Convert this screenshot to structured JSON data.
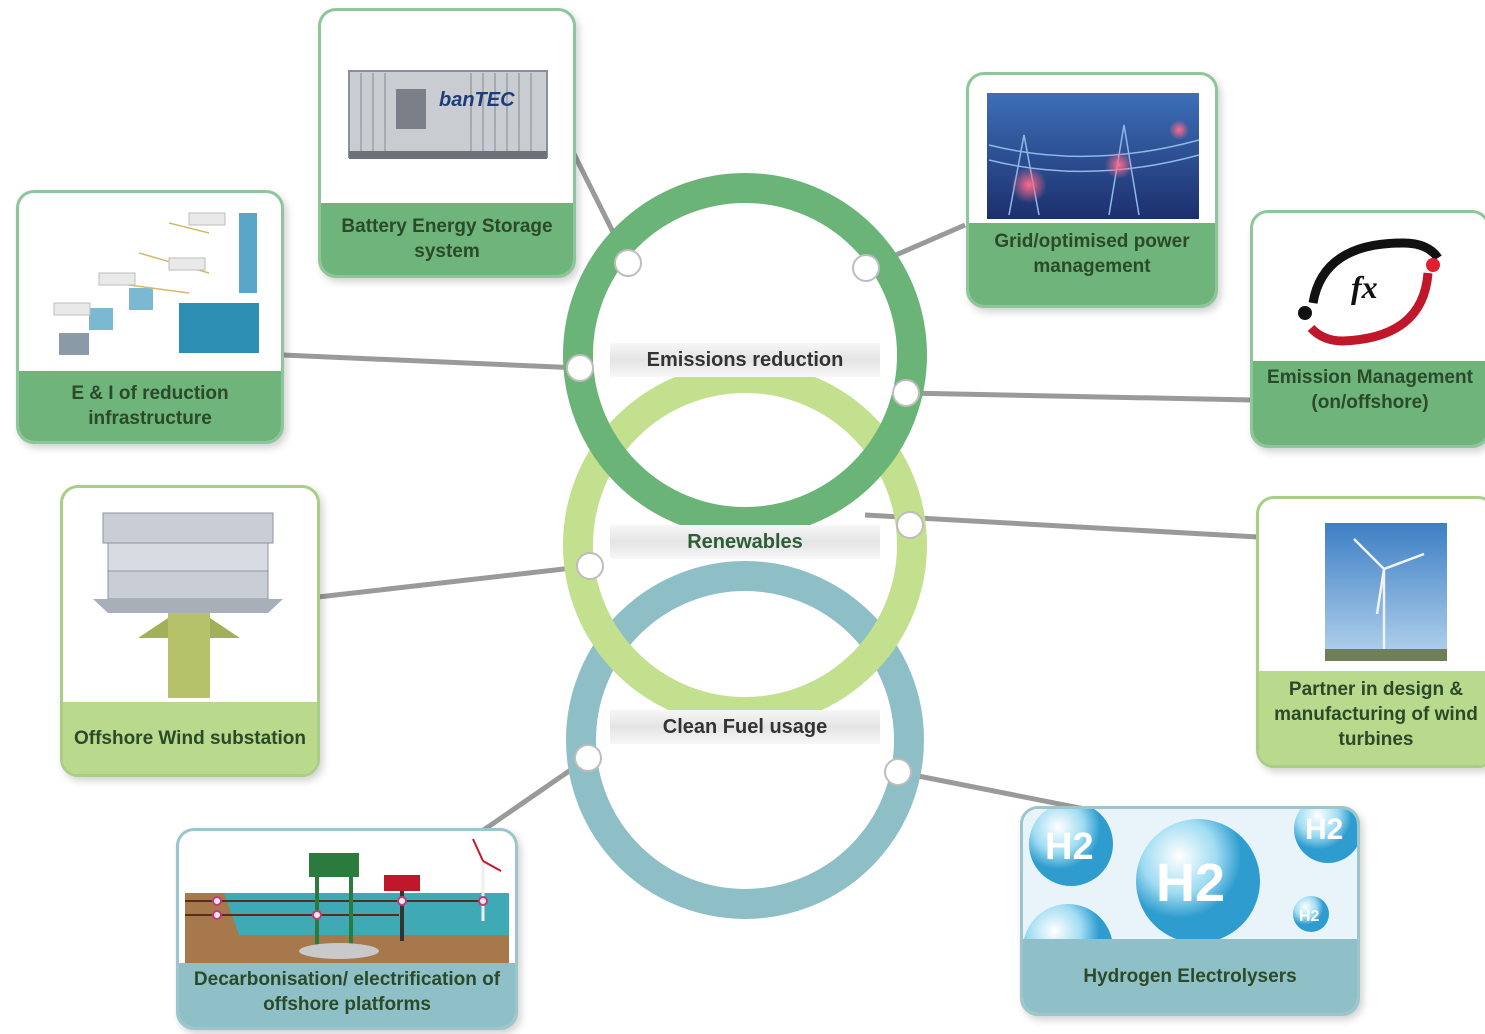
{
  "rings": {
    "emissions": "Emissions reduction",
    "renewables": "Renewables",
    "clean_fuel": "Clean Fuel usage"
  },
  "cards": {
    "battery": {
      "label": "Battery Energy Storage system",
      "logo_text": "banTEC"
    },
    "grid": {
      "label": "Grid/optimised power management"
    },
    "ei": {
      "label": "E & I of reduction infrastructure"
    },
    "emission_mgmt": {
      "label": "Emission Management (on/offshore)",
      "logo_text": "fx"
    },
    "offshore_wind": {
      "label": "Offshore Wind substation"
    },
    "turbines": {
      "label": "Partner in design & manufacturing of wind turbines"
    },
    "decarb": {
      "label": "Decarbonisation/ electrification of offshore platforms"
    },
    "hydrogen": {
      "label": "Hydrogen Electrolysers",
      "symbol": "H2"
    }
  },
  "colors": {
    "ring_dark": "#6bb477",
    "ring_light": "#c3e08f",
    "ring_teal": "#8ebfc6",
    "connector": "#9a9a9a"
  }
}
